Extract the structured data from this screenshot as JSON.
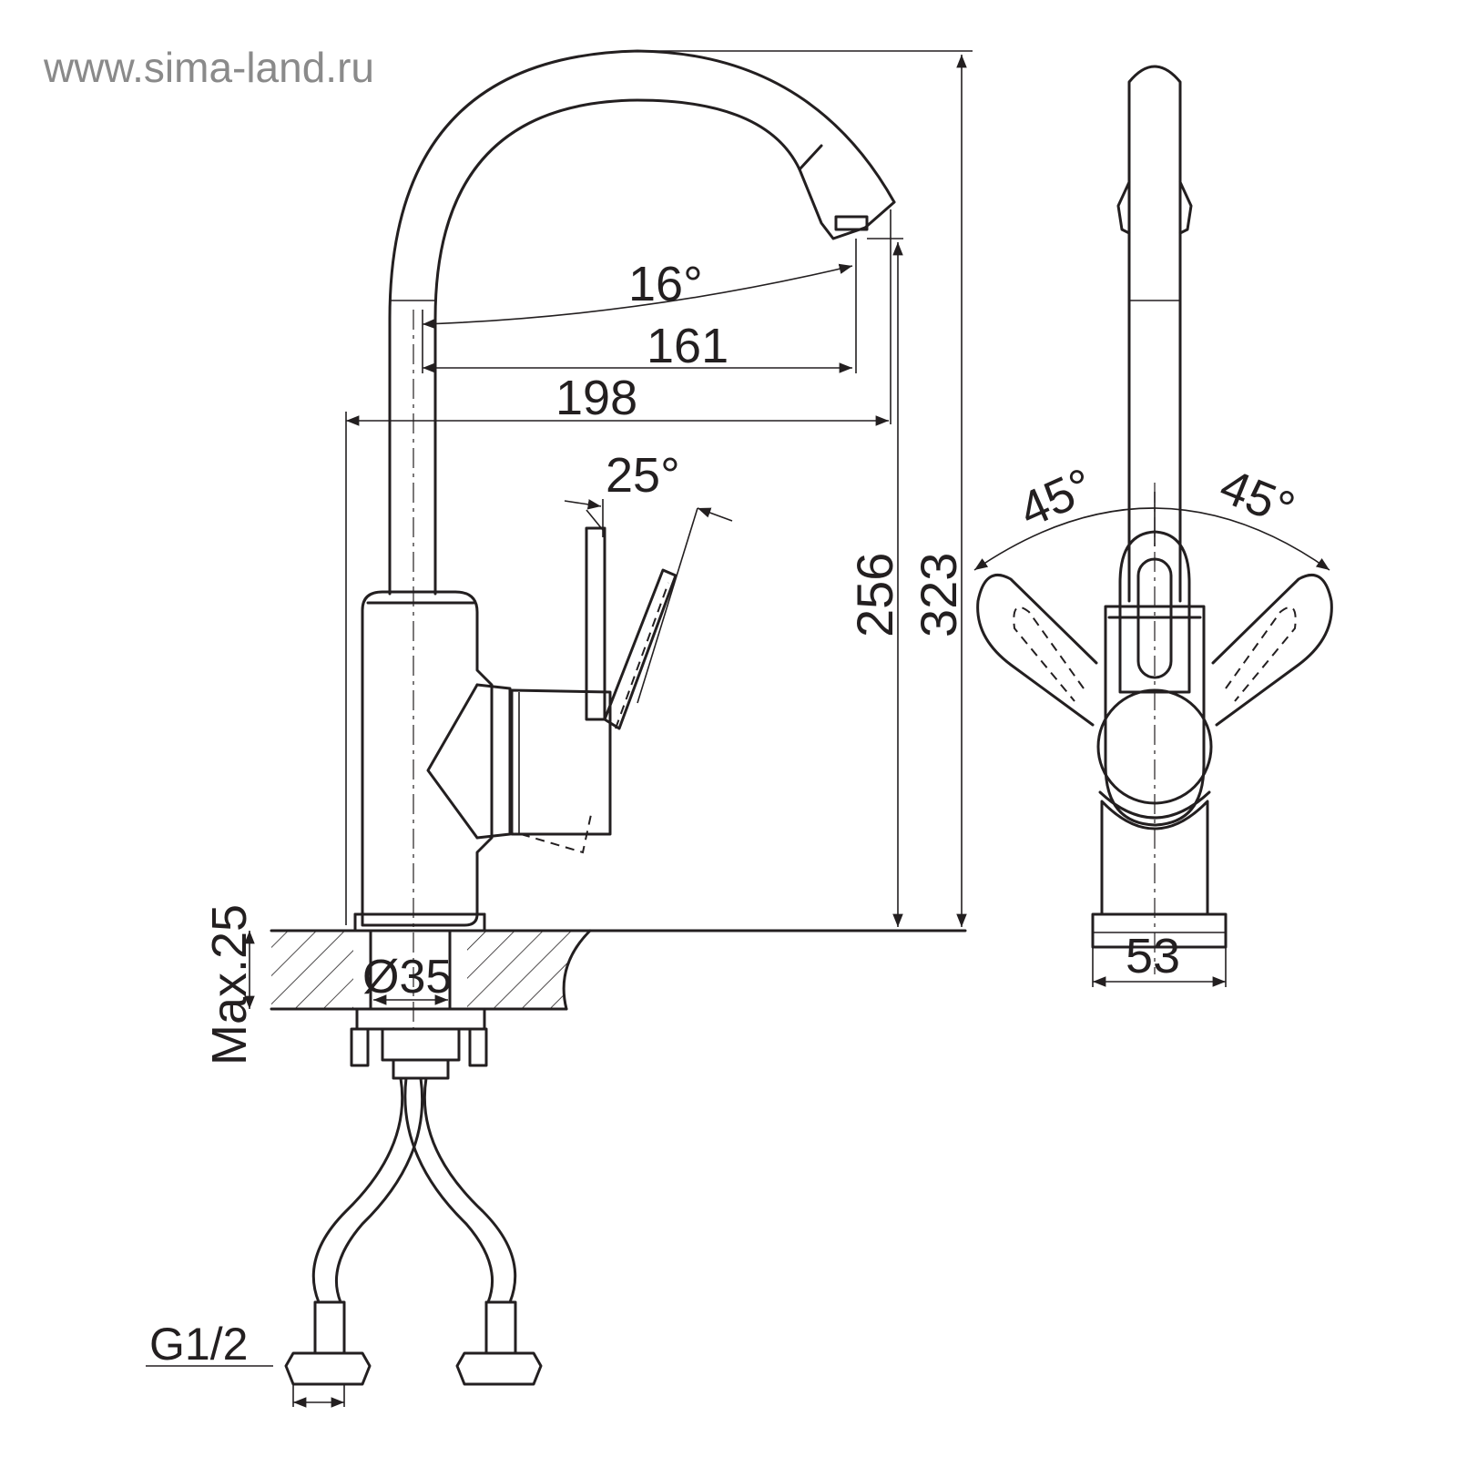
{
  "watermark": "www.sima-land.ru",
  "dimensions": {
    "spout_angle": "16°",
    "reach_inner": "161",
    "reach_outer": "198",
    "lever_angle": "25°",
    "spout_height": "256",
    "total_height": "323",
    "max_thickness": "Max.25",
    "mount_diameter": "Ø35",
    "thread": "G1/2",
    "rotation_left": "45°",
    "rotation_right": "45°",
    "base_width": "53"
  },
  "colors": {
    "line": "#231f20",
    "watermark": "#8a8a8a",
    "background": "#ffffff"
  }
}
